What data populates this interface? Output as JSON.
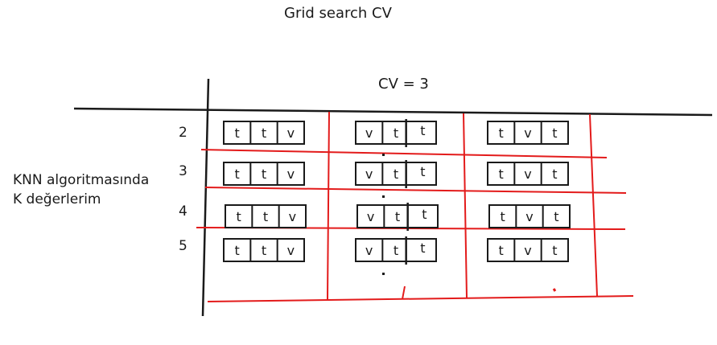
{
  "title": "Grid search CV",
  "cv_label": "CV = 3",
  "side_label": {
    "line1": "KNN algoritmasında",
    "line2": "K değerlerim"
  },
  "k_values": [
    "2",
    "3",
    "4",
    "5"
  ],
  "folds": [
    [
      "t",
      "t",
      "v"
    ],
    [
      "v",
      "t",
      "t"
    ],
    [
      "t",
      "v",
      "t"
    ]
  ],
  "colors": {
    "ink": "#1a1a1a",
    "grid_red": "#e31b1b"
  }
}
